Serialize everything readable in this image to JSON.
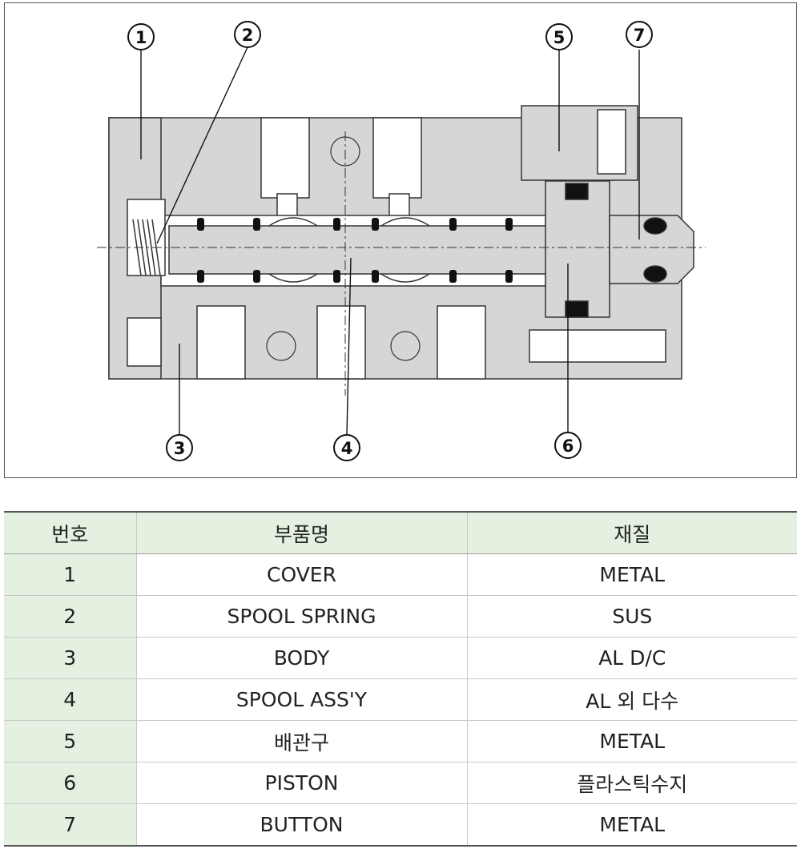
{
  "diagram": {
    "callouts": [
      "1",
      "2",
      "3",
      "4",
      "5",
      "6",
      "7"
    ]
  },
  "parts_table": {
    "headers": [
      "번호",
      "부품명",
      "재질"
    ],
    "rows": [
      {
        "no": "1",
        "name": "COVER",
        "material": "METAL"
      },
      {
        "no": "2",
        "name": "SPOOL SPRING",
        "material": "SUS"
      },
      {
        "no": "3",
        "name": "BODY",
        "material": "AL D/C"
      },
      {
        "no": "4",
        "name": "SPOOL ASS'Y",
        "material": "AL 외 다수"
      },
      {
        "no": "5",
        "name": "배관구",
        "material": "METAL"
      },
      {
        "no": "6",
        "name": "PISTON",
        "material": "플라스틱수지"
      },
      {
        "no": "7",
        "name": "BUTTON",
        "material": "METAL"
      }
    ]
  },
  "colors": {
    "header_fill": "#e4f1e1",
    "body_gray": "#d6d6d6",
    "line": "#222222"
  }
}
